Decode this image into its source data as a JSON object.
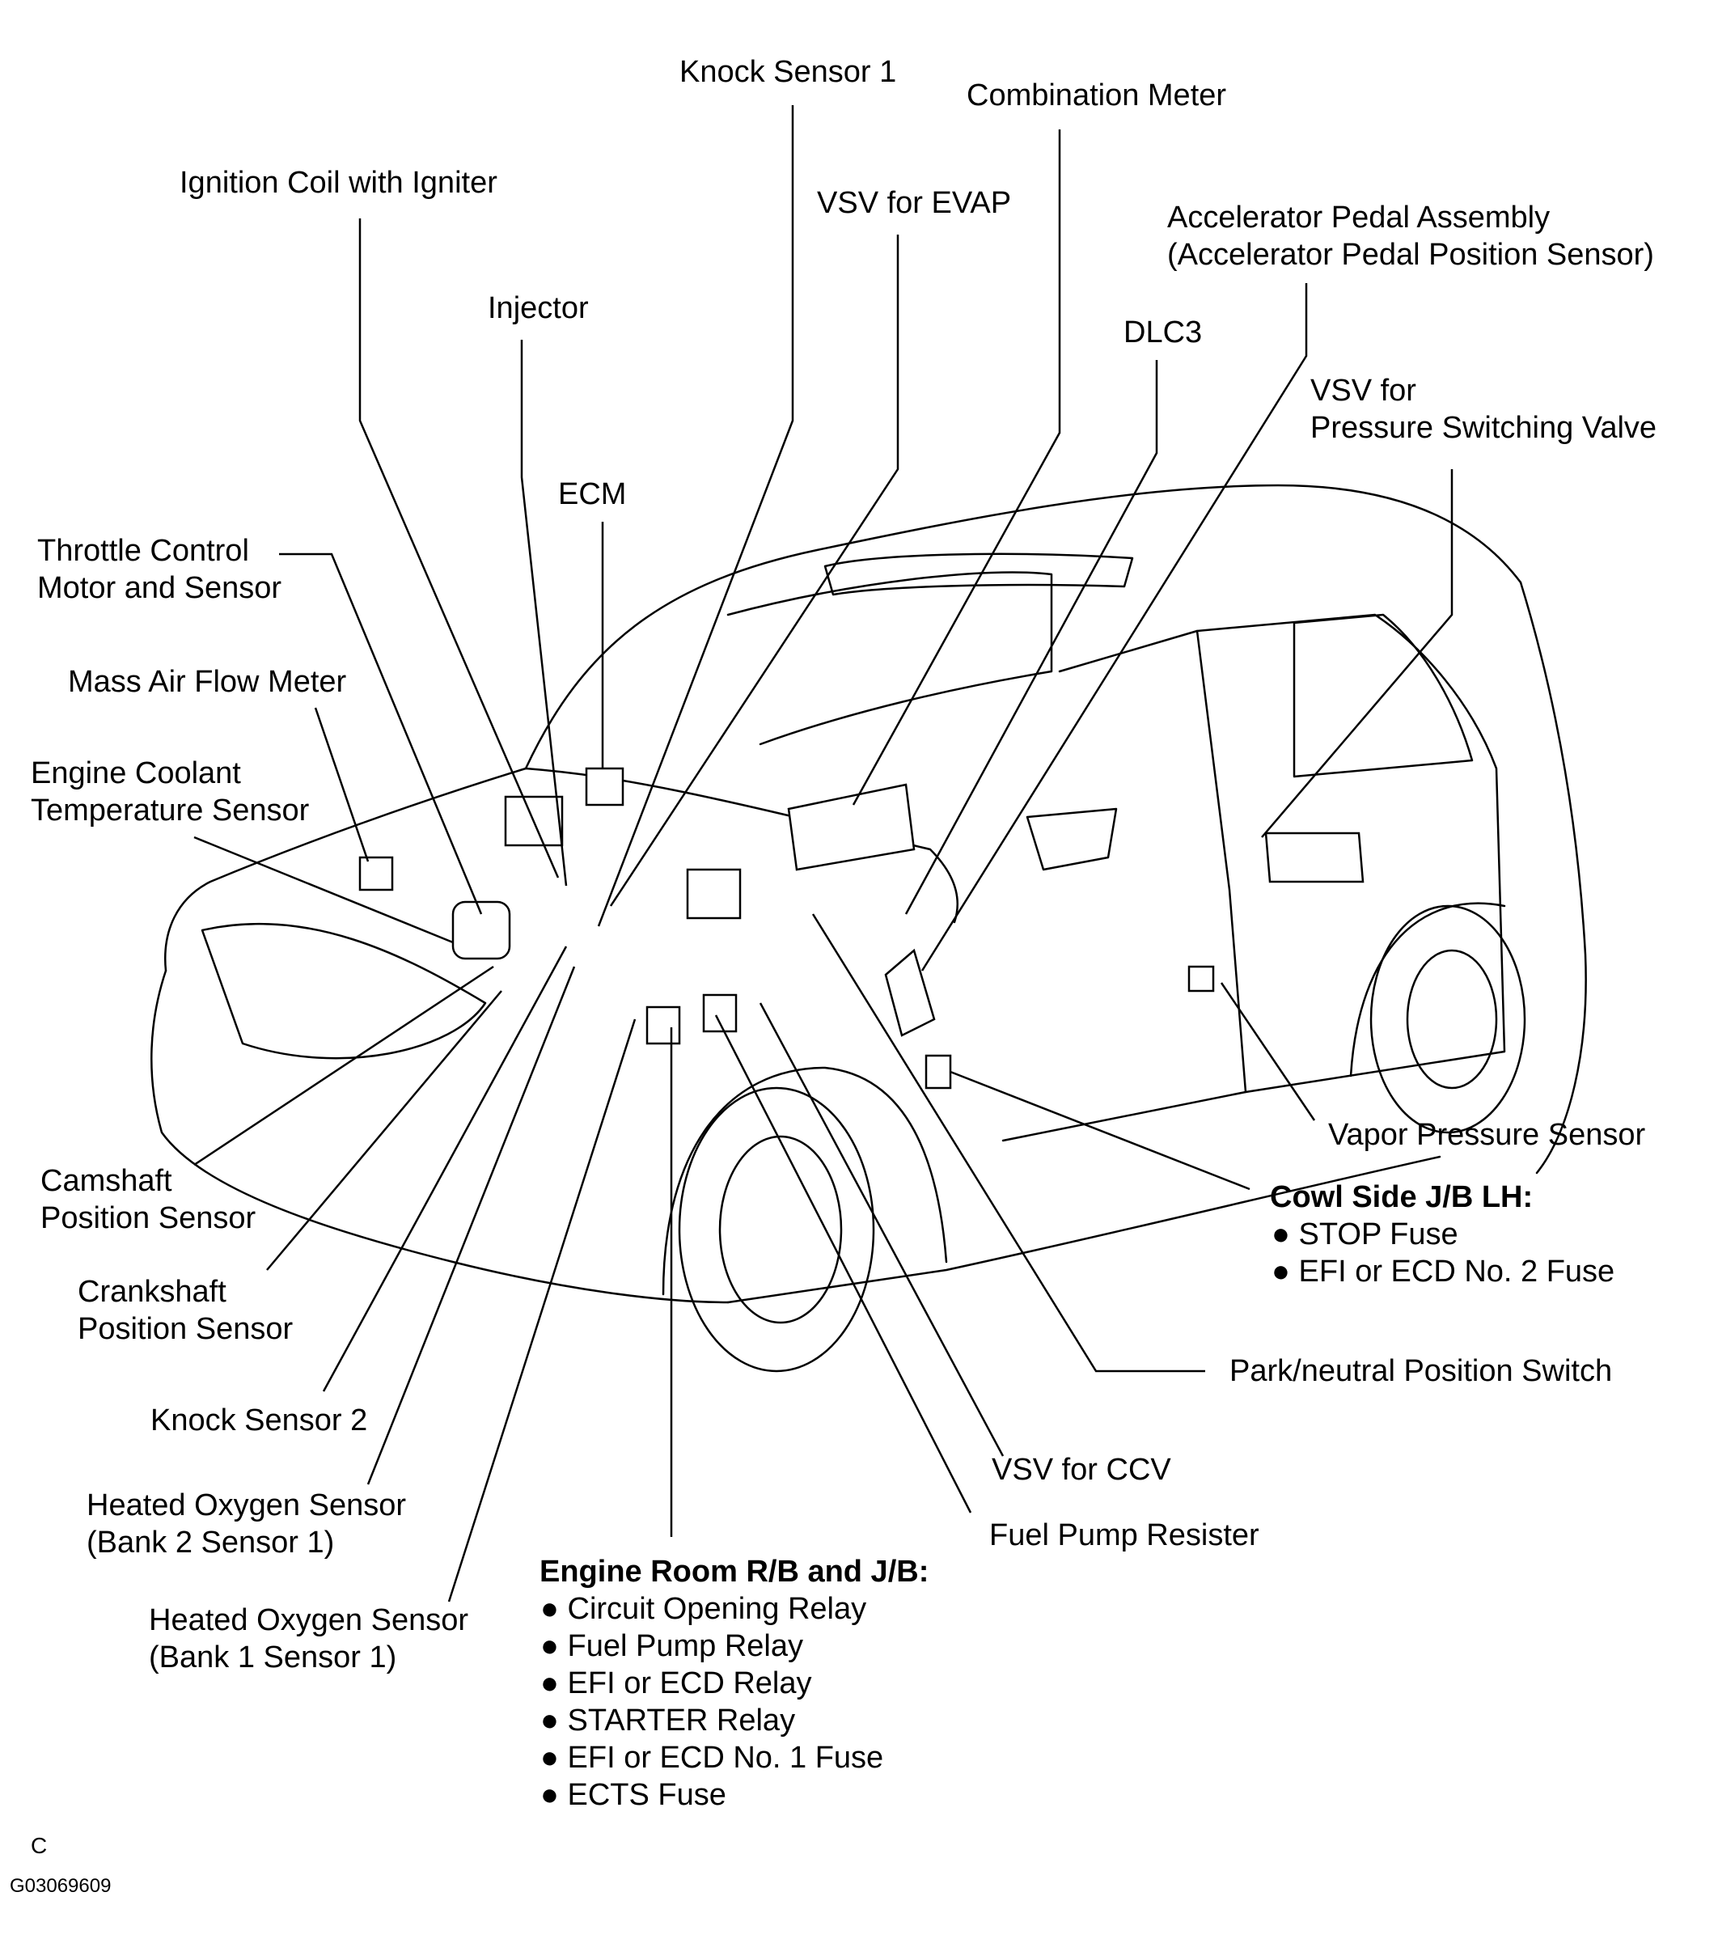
{
  "labels": {
    "knock_sensor_1": "Knock Sensor 1",
    "combination_meter": "Combination Meter",
    "ignition_coil": "Ignition Coil with Igniter",
    "vsv_evap": "VSV for EVAP",
    "accel_pedal_1": "Accelerator Pedal Assembly",
    "accel_pedal_2": "(Accelerator Pedal Position Sensor)",
    "injector": "Injector",
    "dlc3": "DLC3",
    "vsv_psv_1": "VSV for",
    "vsv_psv_2": "Pressure Switching Valve",
    "ecm": "ECM",
    "throttle_1": "Throttle Control",
    "throttle_2": "Motor and Sensor",
    "maf": "Mass Air Flow Meter",
    "ect_1": "Engine Coolant",
    "ect_2": "Temperature Sensor",
    "vapor_pressure": "Vapor Pressure Sensor",
    "camshaft_1": "Camshaft",
    "camshaft_2": "Position Sensor",
    "crankshaft_1": "Crankshaft",
    "crankshaft_2": "Position Sensor",
    "knock_sensor_2": "Knock Sensor 2",
    "ho2_b2_1": "Heated Oxygen Sensor",
    "ho2_b2_2": "(Bank 2 Sensor 1)",
    "ho2_b1_1": "Heated Oxygen Sensor",
    "ho2_b1_2": "(Bank 1 Sensor 1)",
    "park_neutral": "Park/neutral Position Switch",
    "vsv_ccv": "VSV for CCV",
    "fuel_pump_resister": "Fuel Pump Resister"
  },
  "cowl_side": {
    "title": "Cowl Side J/B LH:",
    "items": [
      "STOP Fuse",
      "EFI or ECD No. 2 Fuse"
    ]
  },
  "engine_room": {
    "title": "Engine Room R/B and J/B:",
    "items": [
      "Circuit Opening Relay",
      "Fuel Pump Relay",
      "EFI or ECD Relay",
      "STARTER Relay",
      "EFI or ECD No. 1 Fuse",
      "ECTS Fuse"
    ]
  },
  "footer": {
    "letter": "C",
    "code": "G03069609"
  }
}
